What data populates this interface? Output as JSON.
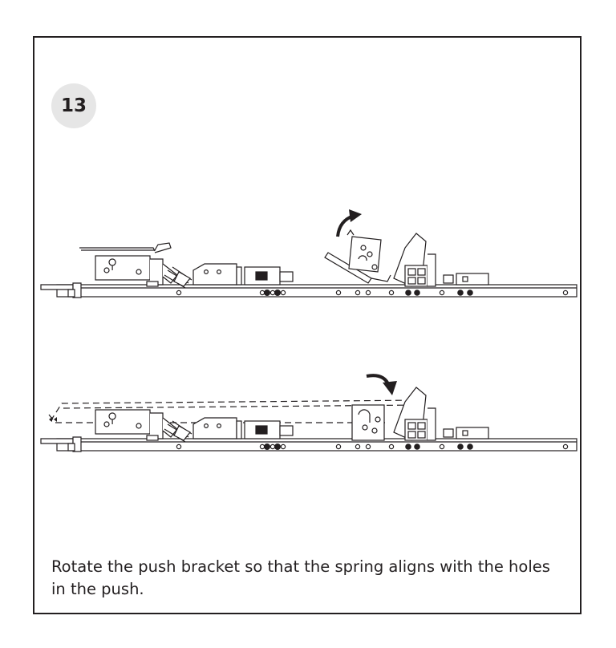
{
  "step": {
    "number": "13"
  },
  "instruction": {
    "text": "Rotate the push bracket so that the spring aligns with the holes in the push."
  },
  "figures": [
    {
      "name": "before-rotation",
      "arrow": "counterclockwise-arrow-icon"
    },
    {
      "name": "after-rotation",
      "arrow": "clockwise-arrow-icon"
    }
  ],
  "colors": {
    "line": "#231f20",
    "badge_background": "#e6e6e6",
    "border": "#231f20"
  }
}
